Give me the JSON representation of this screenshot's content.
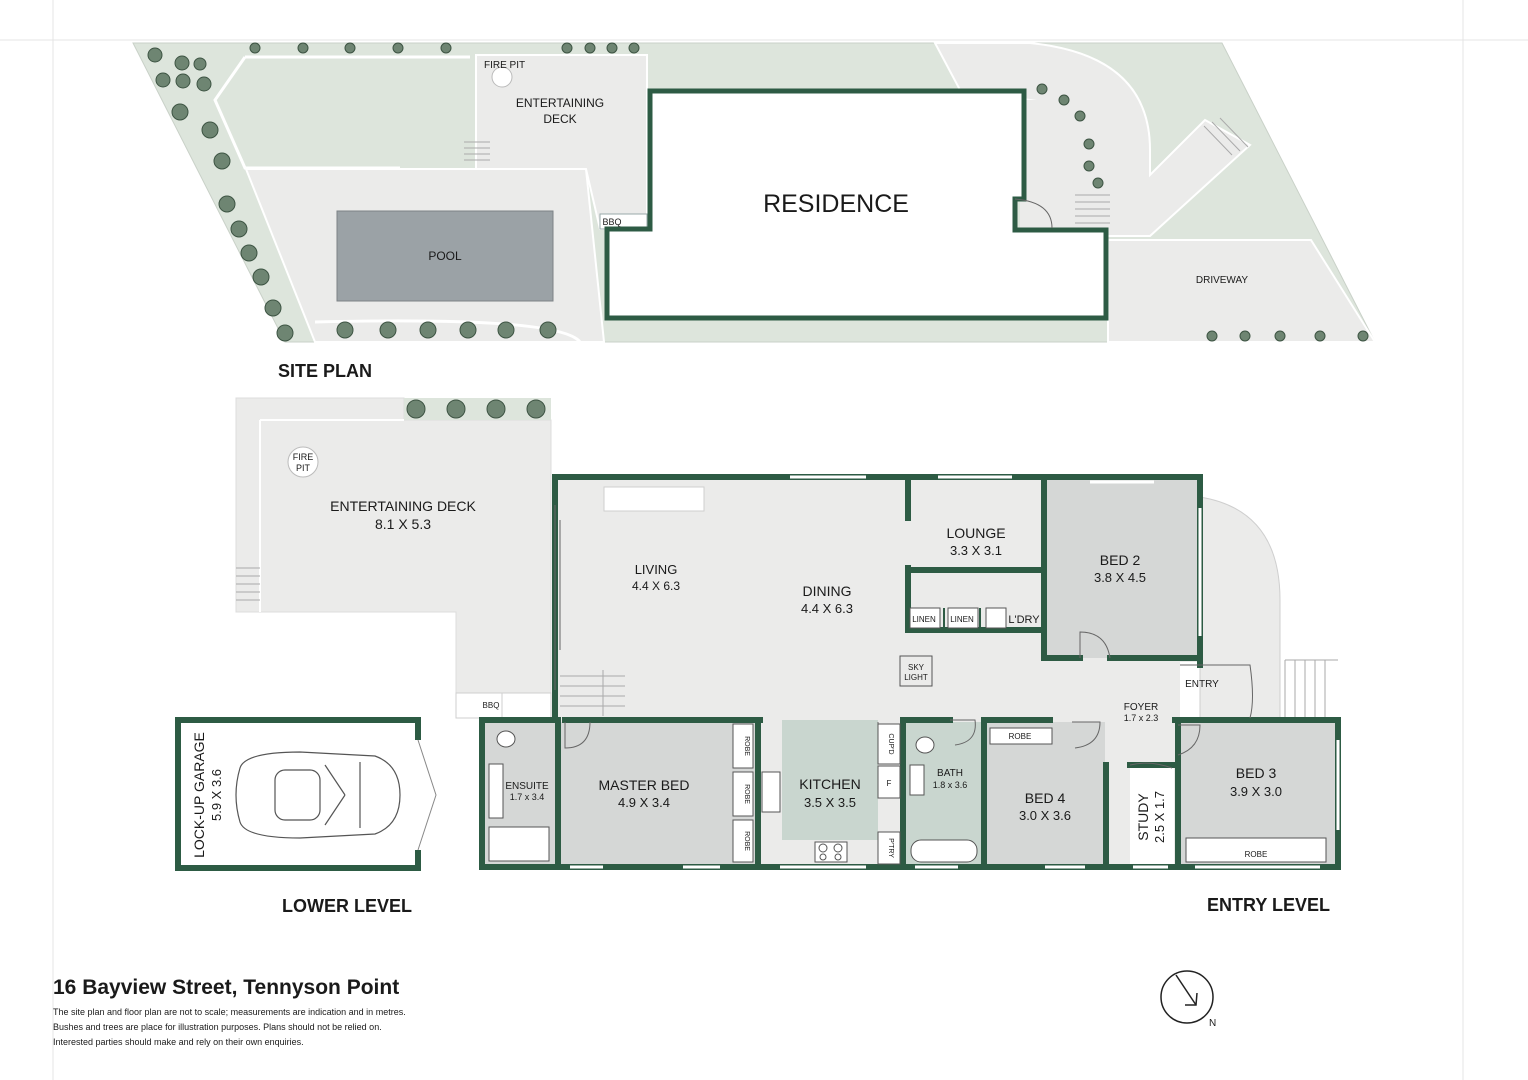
{
  "colors": {
    "wall": "#2d5b44",
    "lawn": "#dde5dc",
    "paving": "#ebebea",
    "room_dark": "#d5d7d6",
    "kitchen": "#c9d6cf",
    "pool": "#9ba2a6",
    "tree_fill": "#6e8572",
    "tree_edge": "#3d5443"
  },
  "site_plan": {
    "heading": "SITE PLAN",
    "labels": {
      "fire_pit": "FIRE PIT",
      "entertaining": "ENTERTAINING",
      "deck": "DECK",
      "residence": "RESIDENCE",
      "bbq": "BBQ",
      "pool": "POOL",
      "driveway": "DRIVEWAY"
    }
  },
  "lower_level": {
    "heading": "LOWER LEVEL",
    "garage_name": "LOCK-UP GARAGE",
    "garage_size": "5.9 X 3.6"
  },
  "entry_level": {
    "heading": "ENTRY LEVEL",
    "rooms": {
      "deck_name": "ENTERTAINING DECK",
      "deck_size": "8.1 X 5.3",
      "fire": "FIRE",
      "pit": "PIT",
      "living_name": "LIVING",
      "living_size": "4.4 X 6.3",
      "dining_name": "DINING",
      "dining_size": "4.4 X 6.3",
      "lounge_name": "LOUNGE",
      "lounge_size": "3.3 X 3.1",
      "bed2_name": "BED 2",
      "bed2_size": "3.8 X 4.5",
      "linen": "LINEN",
      "laundry": "L'DRY",
      "sky": "SKY",
      "light": "LIGHT",
      "entry": "ENTRY",
      "foyer_name": "FOYER",
      "foyer_size": "1.7 x 2.3",
      "bbq": "BBQ",
      "ensuite_name": "ENSUITE",
      "ensuite_size": "1.7 x 3.4",
      "master_name": "MASTER BED",
      "master_size": "4.9 X 3.4",
      "robe": "ROBE",
      "kitchen_name": "KITCHEN",
      "kitchen_size": "3.5 X 3.5",
      "cupboard": "CUP'D",
      "fridge": "F",
      "pantry": "P'TRY",
      "bath_name": "BATH",
      "bath_size": "1.8 x 3.6",
      "bed4_name": "BED 4",
      "bed4_size": "3.0 X 3.6",
      "study_name": "STUDY",
      "study_size": "2.5 X 1.7",
      "bed3_name": "BED 3",
      "bed3_size": "3.9 X 3.0"
    }
  },
  "compass": {
    "label": "N"
  },
  "footer": {
    "address": "16 Bayview Street, Tennyson Point",
    "disclaimer": [
      "The site plan and floor plan are not to scale; measurements are indication and in metres.",
      "Bushes and trees are place for illustration purposes. Plans should not be relied on.",
      "Interested parties should make and rely on their own enquiries."
    ]
  }
}
